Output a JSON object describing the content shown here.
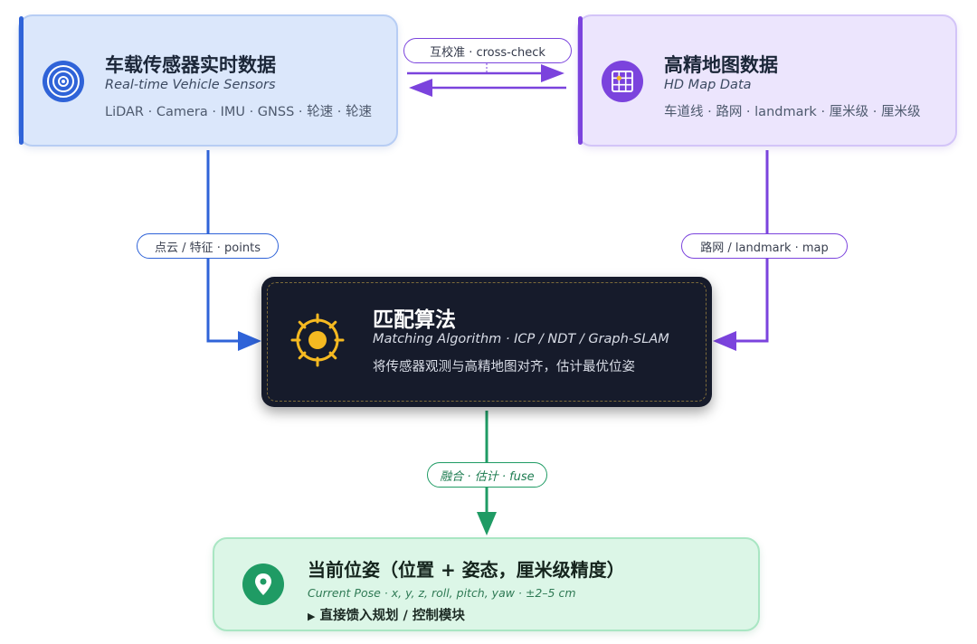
{
  "sensor_card": {
    "title": "车载传感器实时数据",
    "subtitle": "Real-time Vehicle Sensors",
    "description": "LiDAR · Camera · IMU · GNSS · 轮速 · 轮速",
    "icon": "radar-icon",
    "accent": "#2f63d8"
  },
  "map_card": {
    "title": "高精地图数据",
    "subtitle": "HD Map Data",
    "description": "车道线 · 路网 · landmark · 厘米级 · 厘米级",
    "icon": "map-grid-icon",
    "accent": "#7b43dd"
  },
  "algo_card": {
    "title": "匹配算法",
    "subtitle": "Matching Algorithm · ICP / NDT / Graph-SLAM",
    "description": "将传感器观测与高精地图对齐，估计最优位姿",
    "icon": "target-icon",
    "accent": "#f5b921"
  },
  "pose_card": {
    "title": "当前位姿（位置 + 姿态，厘米级精度）",
    "subtitle": "Current Pose · x, y, z, roll, pitch, yaw · ±2–5 cm",
    "description": "直接馈入规划 / 控制模块",
    "icon": "location-pin-icon",
    "accent": "#1f9b64"
  },
  "edges": {
    "cross_check": "互校准 · cross-check",
    "points": "点云 / 特征 · points",
    "map": "路网 / landmark · map",
    "fuse": "融合 · 估计 · fuse"
  }
}
